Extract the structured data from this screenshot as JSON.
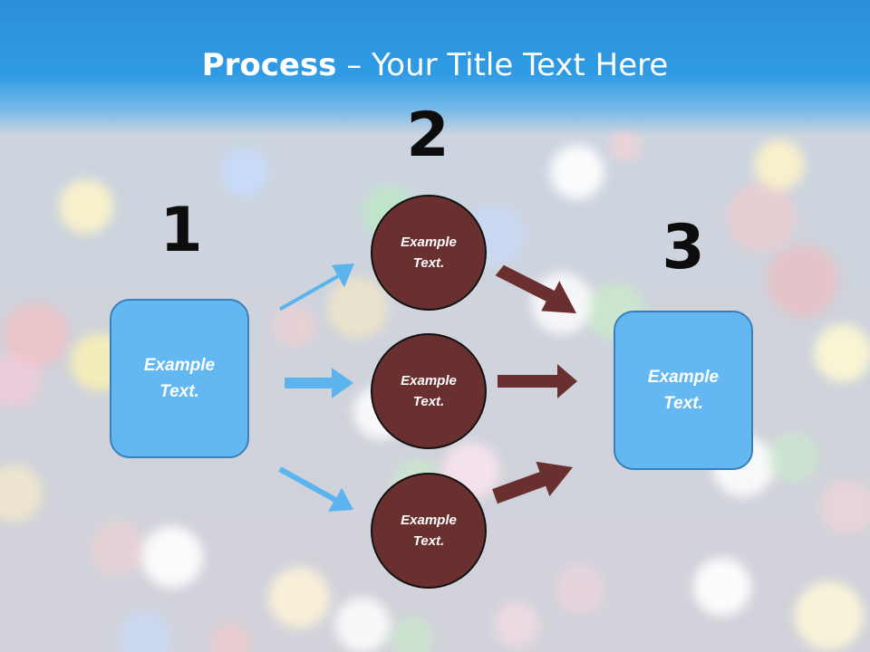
{
  "title": {
    "bold": "Process",
    "rest": " – Your Title Text Here"
  },
  "steps": [
    {
      "number": "1",
      "text": "Example Text."
    },
    {
      "number": "2",
      "items": [
        "Example Text.",
        "Example Text.",
        "Example Text."
      ]
    },
    {
      "number": "3",
      "text": "Example Text."
    }
  ],
  "colors": {
    "header": "#2f9be4",
    "box_fill": "#64b8f2",
    "circle_fill": "#6a3030",
    "arrow_blue": "#5bb4ee",
    "arrow_brown": "#6a3030"
  }
}
